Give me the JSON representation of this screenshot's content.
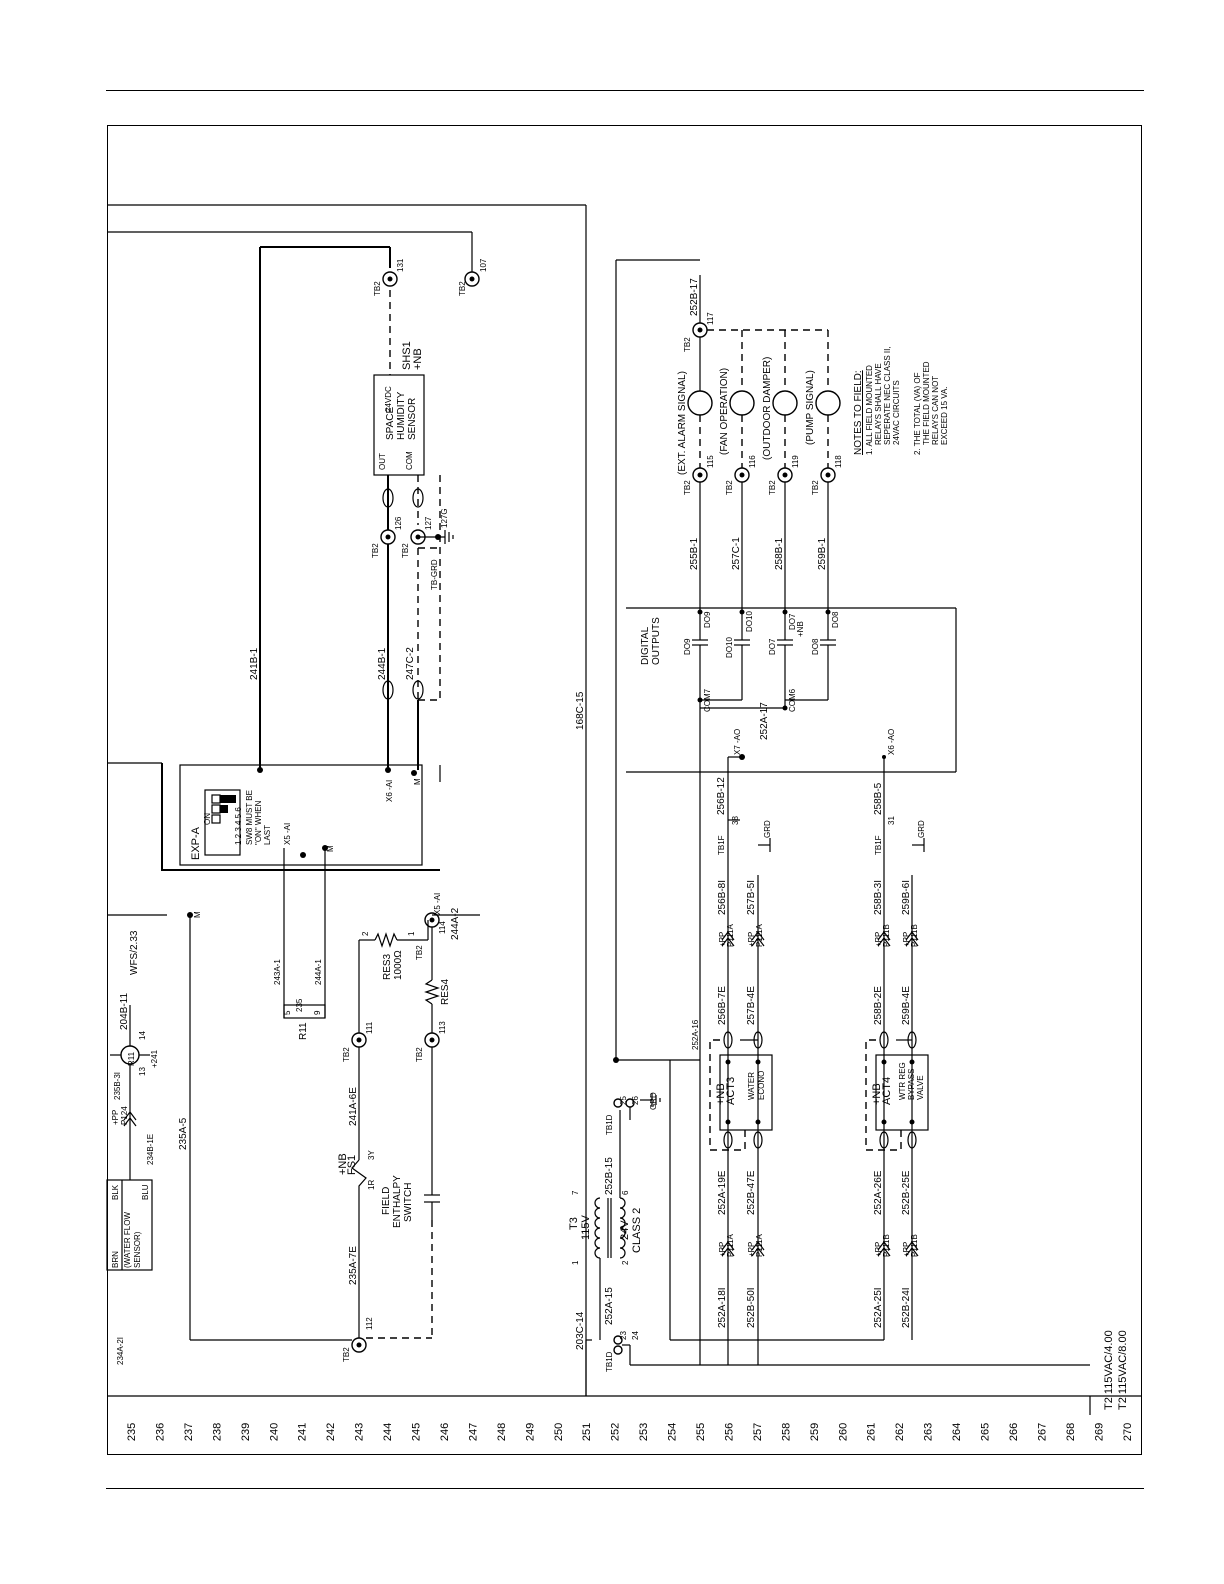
{
  "row_numbers": [
    "235",
    "236",
    "237",
    "238",
    "239",
    "240",
    "241",
    "242",
    "243",
    "244",
    "245",
    "246",
    "247",
    "248",
    "249",
    "250",
    "251",
    "252",
    "253",
    "254",
    "255",
    "256",
    "257",
    "258",
    "259",
    "260",
    "261",
    "262",
    "263",
    "264",
    "265",
    "266",
    "267",
    "268",
    "269",
    "270"
  ],
  "wires": {
    "w241B1": "241B-1",
    "w244B1": "244B-1",
    "w247C2": "247C-2",
    "w168C15": "168C-15",
    "w235A5": "235A-5",
    "w235A7E": "235A-7E",
    "w241A6E": "241A-6E",
    "w243A1": "243A-1",
    "w244A1": "244A-1",
    "w244A2": "244A-2",
    "w204B11": "204B-11",
    "w235B3I": "235B-3I",
    "w234B1E": "234B-1E",
    "w234A2I": "234A-2I",
    "w203C14": "203C-14",
    "w252A15": "252A-15",
    "w252B15": "252B-15",
    "w252A16": "252A-16",
    "w252A17": "252A-17",
    "w252B17": "252B-17",
    "w255B1": "255B-1",
    "w257C1": "257C-1",
    "w258B1": "258B-1",
    "w259B1": "259B-1",
    "w256B12": "256B-12",
    "w258B5": "258B-5",
    "w256B8I": "256B-8I",
    "w257B5I": "257B-5I",
    "w258B3I": "258B-3I",
    "w259B6I": "259B-6I",
    "w256B7E": "256B-7E",
    "w257B4E": "257B-4E",
    "w258B2E": "258B-2E",
    "w259B4E": "259B-4E",
    "w252A19E": "252A-19E",
    "w252B47E": "252B-47E",
    "w252A26E": "252A-26E",
    "w252B25E": "252B-25E",
    "w252A18I": "252A-18I",
    "w252B50I": "252B-50I",
    "w252A25I": "252A-25I",
    "w252B24I": "252B-24I"
  },
  "terminals": {
    "tb2": "TB2",
    "tb1d": "TB1D",
    "tb1f": "TB1F",
    "t131": "131",
    "t107": "107",
    "t126": "126",
    "t127": "127",
    "t127g": "127G",
    "tbgrd": "TB-GRD",
    "t111": "111",
    "t112": "112",
    "t113": "113",
    "t114": "114",
    "t115": "115",
    "t116": "116",
    "t119": "119",
    "t118": "118",
    "t117": "117",
    "t38": "38",
    "t31": "31",
    "t25": "25",
    "t26": "26",
    "t23": "23",
    "t24": "24",
    "grd": "GRD"
  },
  "components": {
    "shs1": "SHS1",
    "nb": "+NB",
    "space": "SPACE",
    "humidity": "HUMIDITY",
    "sensor": "SENSOR",
    "v24vdc": "24VDC",
    "out": "OUT",
    "com": "COM",
    "expa": "EXP-A",
    "sw": "SW8 MUST BE",
    "sw2": "\"ON\" WHEN",
    "sw3": "LAST",
    "dip_on": "ON",
    "dip_nums": "1 2 3 4 5 6",
    "x6ai": "X6 -AI",
    "x5ai": "X5 -AI",
    "m": "M",
    "r11": "R11",
    "r11_13": "13",
    "r11_14": "14",
    "r11_241": "+241",
    "n5": "5",
    "n9": "9",
    "n235": "235",
    "wfs": "WFS/2.33",
    "wfs_brn": "BRN",
    "wfs_blk": "BLK",
    "wfs_blu": "BLU",
    "wfs_desc": "(WATER FLOW",
    "wfs_desc2": "SENSOR)",
    "res3": "RES3",
    "res3v": "1000Ω",
    "res4": "RES4",
    "fs1": "FS1",
    "fs1_1r": "1R",
    "fs1_3y": "3Y",
    "field": "FIELD",
    "enthalpy": "ENTHALPY",
    "switch": "SWITCH",
    "pp": "+PP",
    "p124": "P124",
    "n1": "1",
    "n2": "2",
    "n3": "3",
    "n4": "4",
    "n6": "6",
    "n7": "7",
    "t3": "T3",
    "v115": "115V",
    "v24": "24V",
    "class2": "CLASS 2",
    "digital": "DIGITAL",
    "outputs": "OUTPUTS",
    "do9": "DO9",
    "do10": "DO10",
    "do7": "DO7",
    "do8": "DO8",
    "com7": "COM7",
    "com6": "COM6",
    "x7ao": "X7 -AO",
    "x6ao": "X6 -AO",
    "p111a": "P111A",
    "p111b": "P111B",
    "act3": "ACT3",
    "act3_1": "WATER",
    "act3_2": "ECONO",
    "act4": "ACT4",
    "act4_1": "WTR REG",
    "act4_2": "BYPASS",
    "act4_3": "VALVE",
    "ext_alarm": "(EXT. ALARM SIGNAL)",
    "fan_op": "(FAN OPERATION)",
    "od_damper": "(OUTDOOR DAMPER)",
    "pump": "(PUMP SIGNAL)"
  },
  "notes": {
    "title": "NOTES TO FIELD:",
    "n1a": "1. ALL FIELD MOUNTED",
    "n1b": "RELAYS SHALL HAVE",
    "n1c": "SEPERATE NEC CLASS II,",
    "n1d": "24VAC CIRCUITS",
    "n2a": "2. THE TOTAL (VA) OF",
    "n2b": "THE FIELD MOUNTED",
    "n2c": "RELAYS CAN NOT",
    "n2d": "EXCEED 15 VA."
  },
  "refs": {
    "t2a": "T2 115VAC/4.00",
    "t2b": "T2 115VAC/8.00"
  }
}
